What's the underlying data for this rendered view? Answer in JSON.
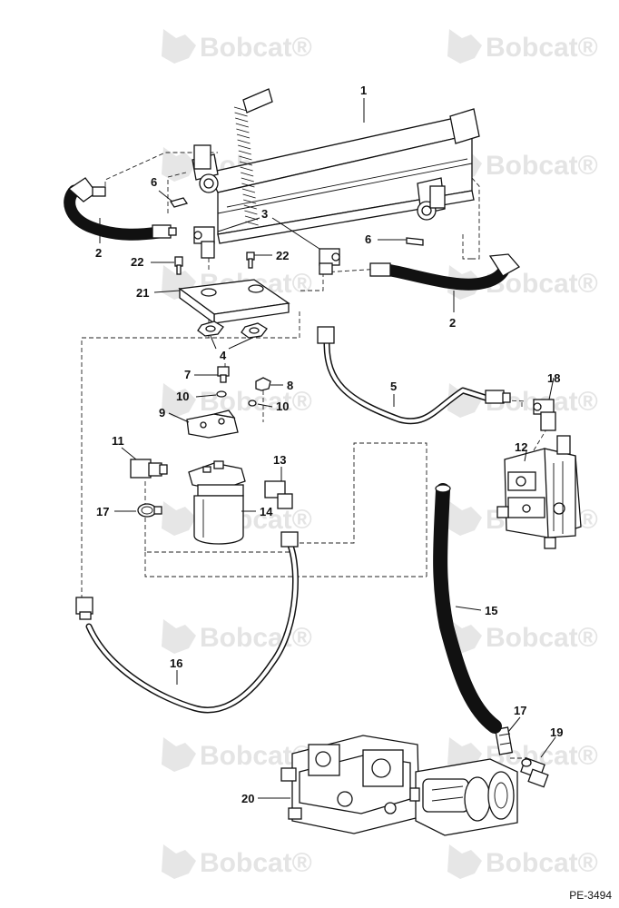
{
  "watermark": {
    "text": "Bobcat",
    "reg_mark": "®"
  },
  "reference_number": "PE-3494",
  "callouts": [
    {
      "id": "c1",
      "label": "1"
    },
    {
      "id": "c2a",
      "label": "2"
    },
    {
      "id": "c2b",
      "label": "2"
    },
    {
      "id": "c3",
      "label": "3"
    },
    {
      "id": "c4",
      "label": "4"
    },
    {
      "id": "c5",
      "label": "5"
    },
    {
      "id": "c6a",
      "label": "6"
    },
    {
      "id": "c6b",
      "label": "6"
    },
    {
      "id": "c7",
      "label": "7"
    },
    {
      "id": "c8",
      "label": "8"
    },
    {
      "id": "c9",
      "label": "9"
    },
    {
      "id": "c10a",
      "label": "10"
    },
    {
      "id": "c10b",
      "label": "10"
    },
    {
      "id": "c11",
      "label": "11"
    },
    {
      "id": "c12",
      "label": "12"
    },
    {
      "id": "c13",
      "label": "13"
    },
    {
      "id": "c14",
      "label": "14"
    },
    {
      "id": "c15",
      "label": "15"
    },
    {
      "id": "c16",
      "label": "16"
    },
    {
      "id": "c17a",
      "label": "17"
    },
    {
      "id": "c17b",
      "label": "17"
    },
    {
      "id": "c18",
      "label": "18"
    },
    {
      "id": "c19",
      "label": "19"
    },
    {
      "id": "c20",
      "label": "20"
    },
    {
      "id": "c21",
      "label": "21"
    },
    {
      "id": "c22a",
      "label": "22"
    },
    {
      "id": "c22b",
      "label": "22"
    }
  ]
}
